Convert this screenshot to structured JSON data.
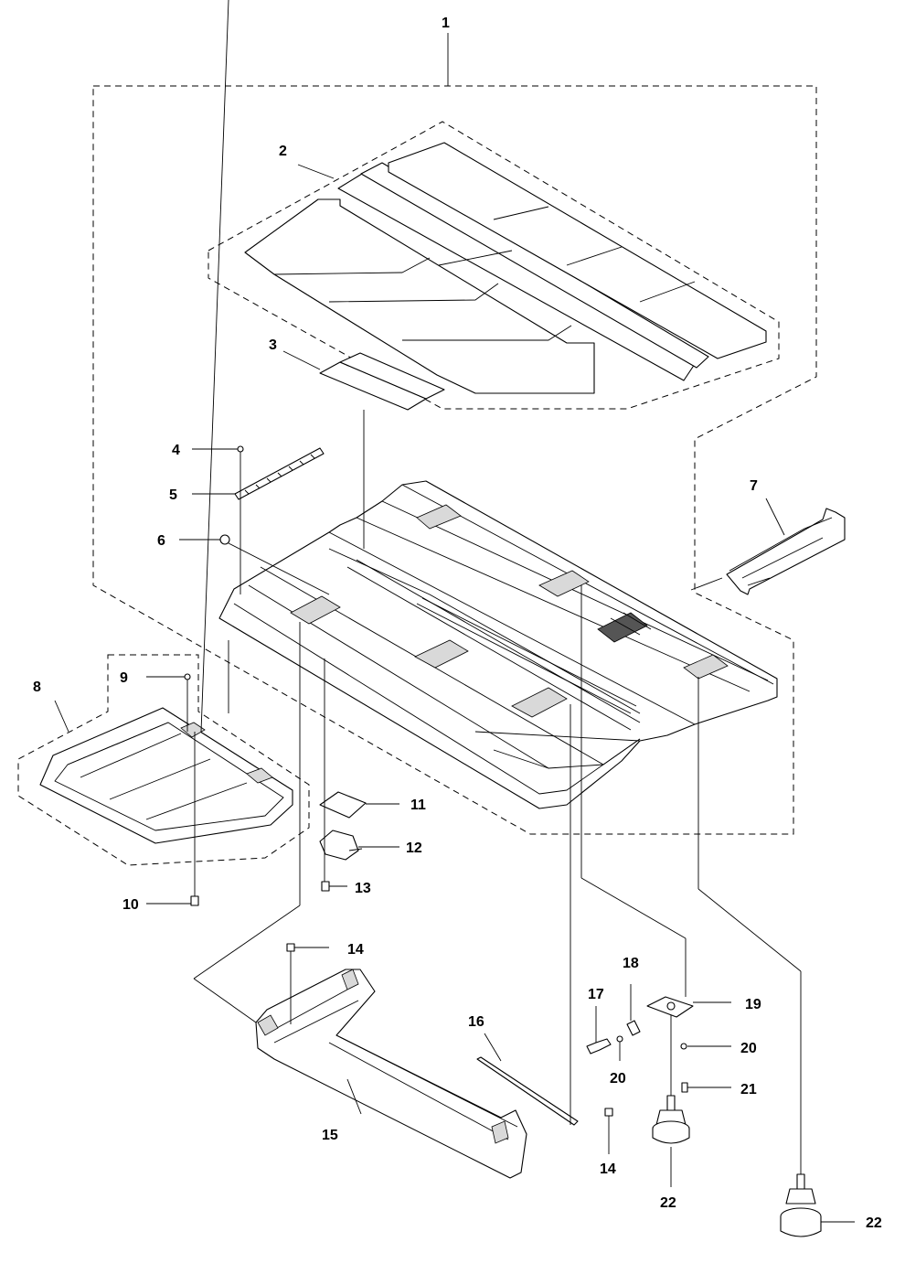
{
  "callouts": {
    "c1": "1",
    "c2": "2",
    "c3": "3",
    "c4": "4",
    "c5": "5",
    "c6": "6",
    "c7": "7",
    "c8": "8",
    "c9": "9",
    "c10": "10",
    "c11": "11",
    "c12": "12",
    "c13": "13",
    "c14a": "14",
    "c14b": "14",
    "c15": "15",
    "c16": "16",
    "c17": "17",
    "c18": "18",
    "c19": "19",
    "c20a": "20",
    "c20b": "20",
    "c21": "21",
    "c22a": "22",
    "c22b": "22"
  }
}
